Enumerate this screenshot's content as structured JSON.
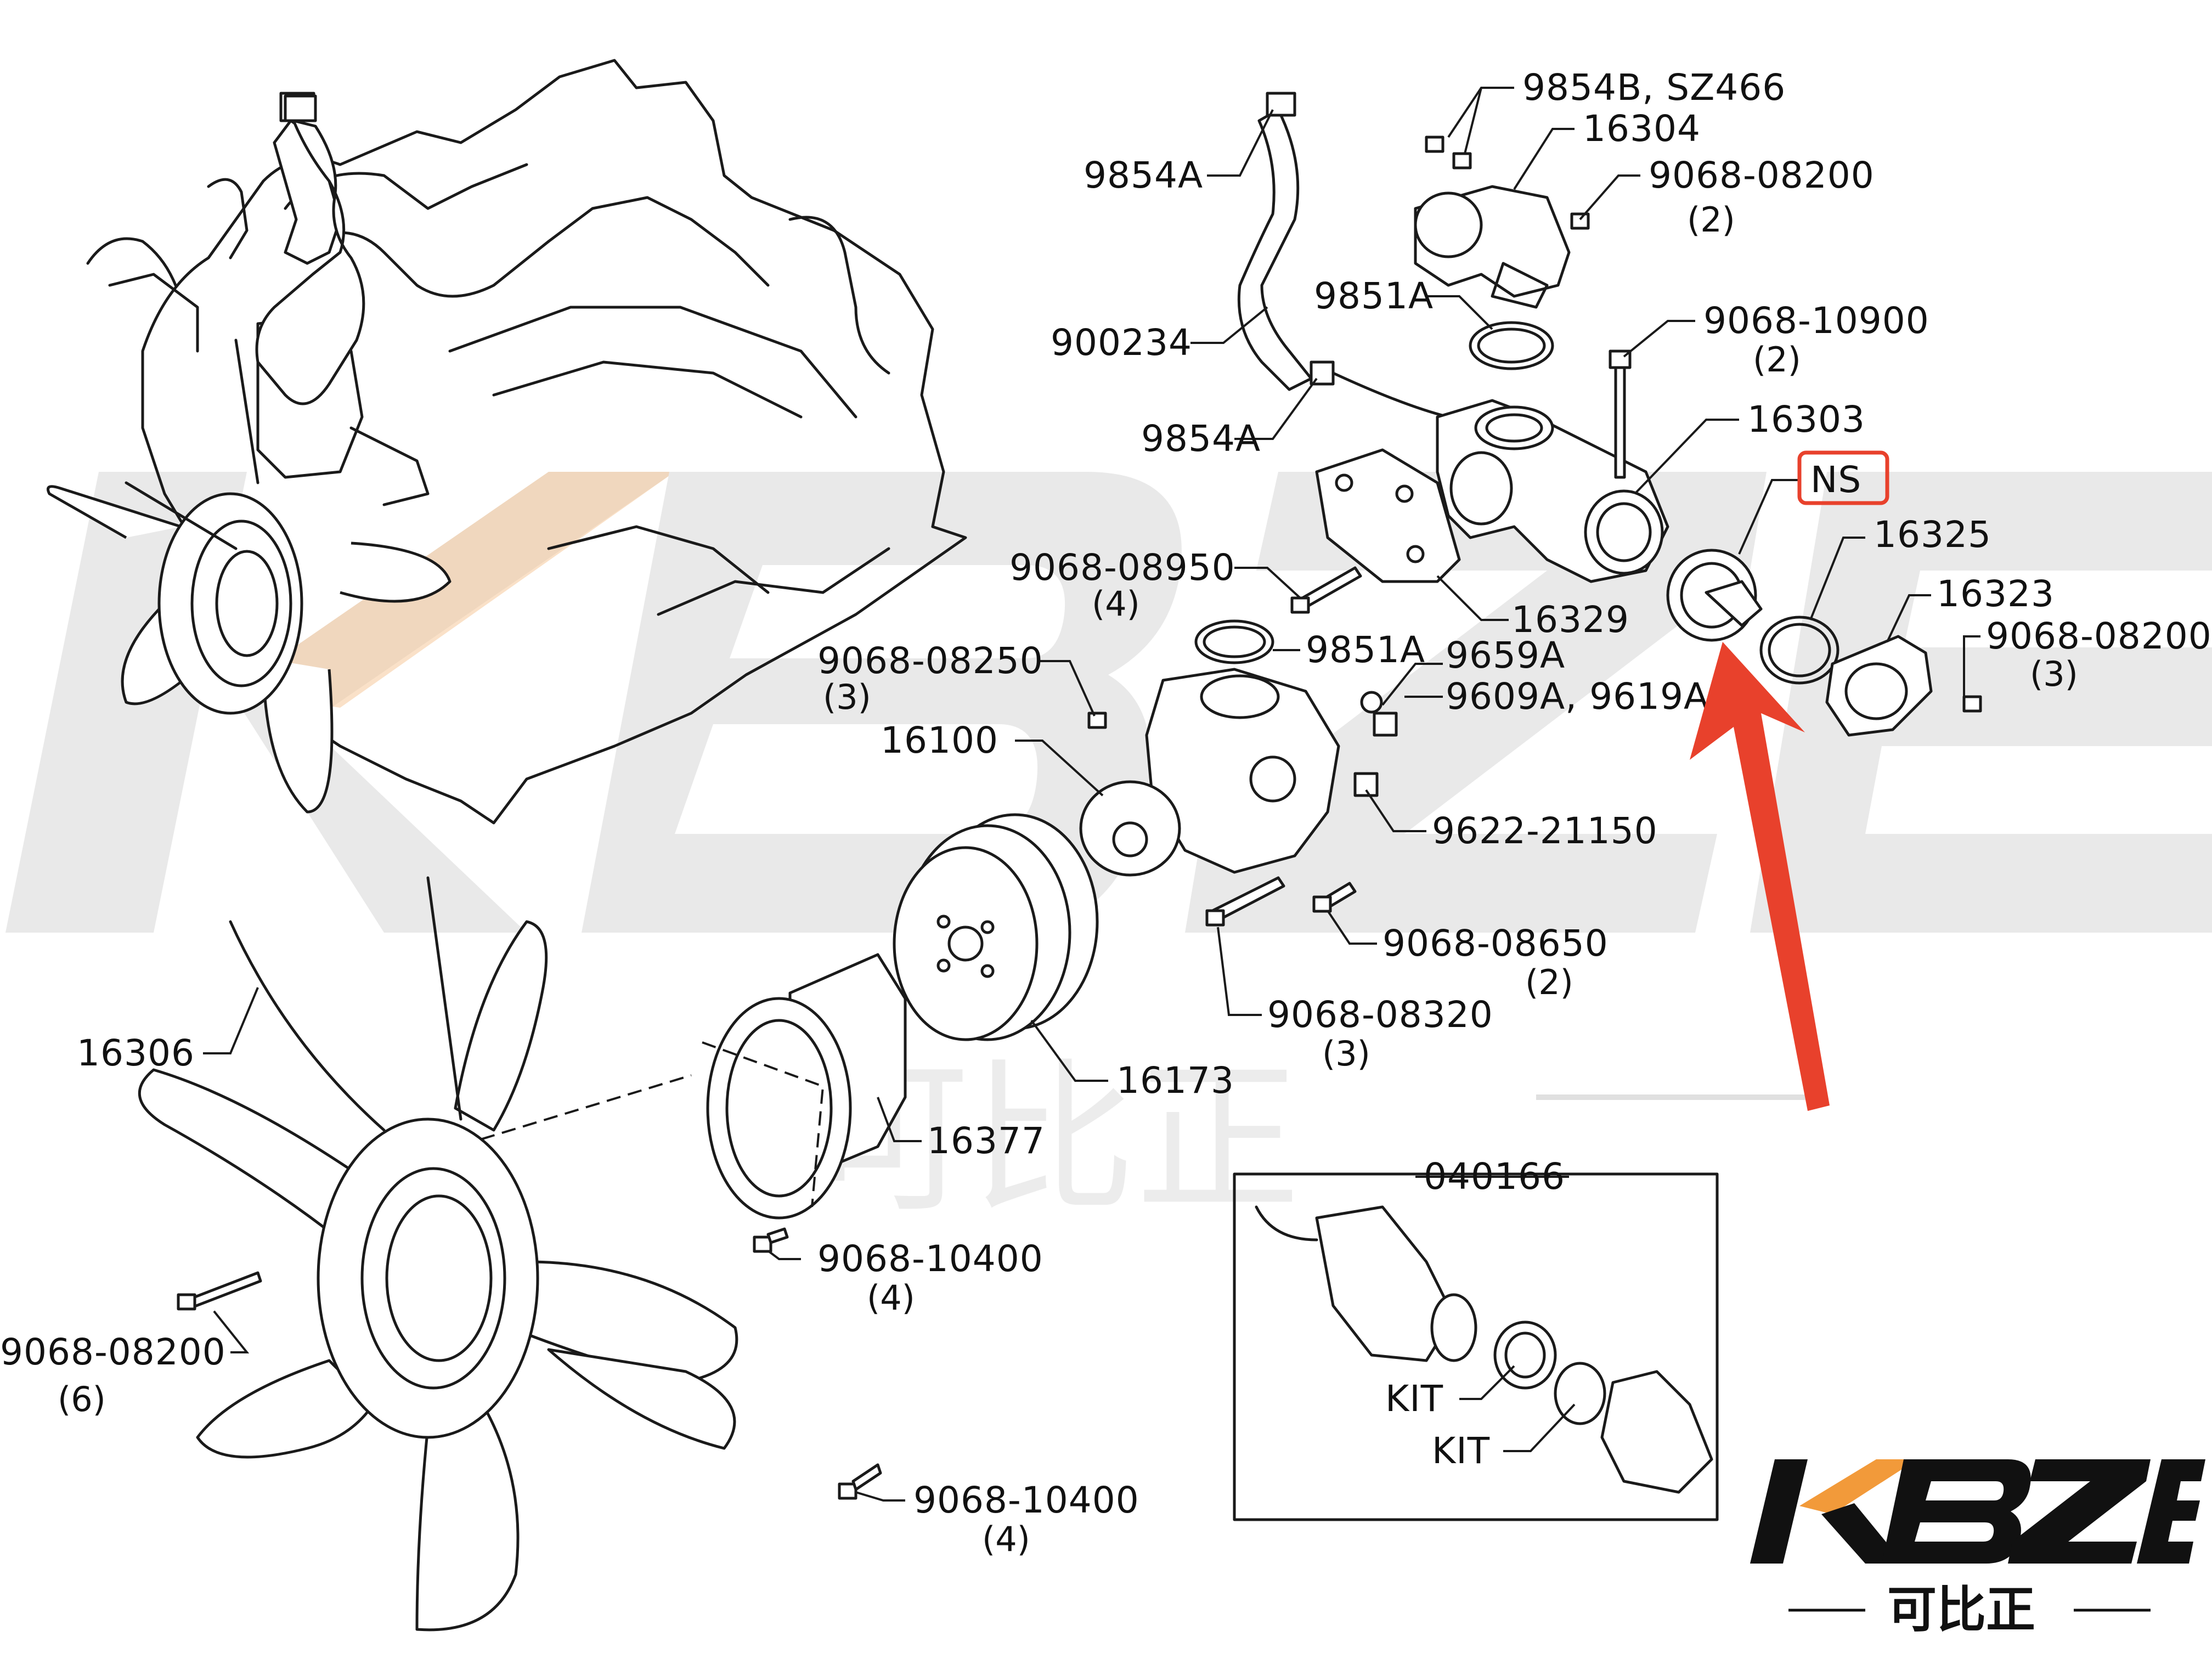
{
  "accent_colors": {
    "highlight_red": "#e8412c",
    "brand_black": "#111111",
    "brand_orange": "#f29a3a"
  },
  "labels": {
    "l_9854B": "9854B, SZ466",
    "l_16304": "16304",
    "l_9068_08200_a": "9068-08200",
    "q_9068_08200_a": "(2)",
    "l_9854A_top": "9854A",
    "l_9851A_top": "9851A",
    "l_9068_10900": "9068-10900",
    "q_9068_10900": "(2)",
    "l_900234": "900234",
    "l_9854A_mid": "9854A",
    "l_16303": "16303",
    "l_NS": "NS",
    "l_16325": "16325",
    "l_16323": "16323",
    "l_9068_08200_b": "9068-08200",
    "q_9068_08200_b": "(3)",
    "l_9068_08950": "9068-08950",
    "q_9068_08950": "(4)",
    "l_16329": "16329",
    "l_9851A_mid": "9851A",
    "l_9659A": "9659A",
    "l_9609A": "9609A, 9619A",
    "l_9068_08250": "9068-08250",
    "q_9068_08250": "(3)",
    "l_16100": "16100",
    "l_9622_21150": "9622-21150",
    "l_9068_08650": "9068-08650",
    "q_9068_08650": "(2)",
    "l_9068_08320": "9068-08320",
    "q_9068_08320": "(3)",
    "l_16306": "16306",
    "l_16173": "16173",
    "l_16377": "16377",
    "l_040166": "040166",
    "l_9068_10400_a": "9068-10400",
    "q_9068_10400_a": "(4)",
    "l_9068_08200_c": "9068-08200",
    "q_9068_08200_c": "(6)",
    "l_KIT_a": "KIT",
    "l_KIT_b": "KIT",
    "l_9068_10400_b": "9068-10400",
    "q_9068_10400_b": "(4)"
  },
  "logo": {
    "brand": "KBZE",
    "sub": "可比正"
  },
  "watermark": {
    "brand": "KBZE",
    "sub": "可比正"
  }
}
